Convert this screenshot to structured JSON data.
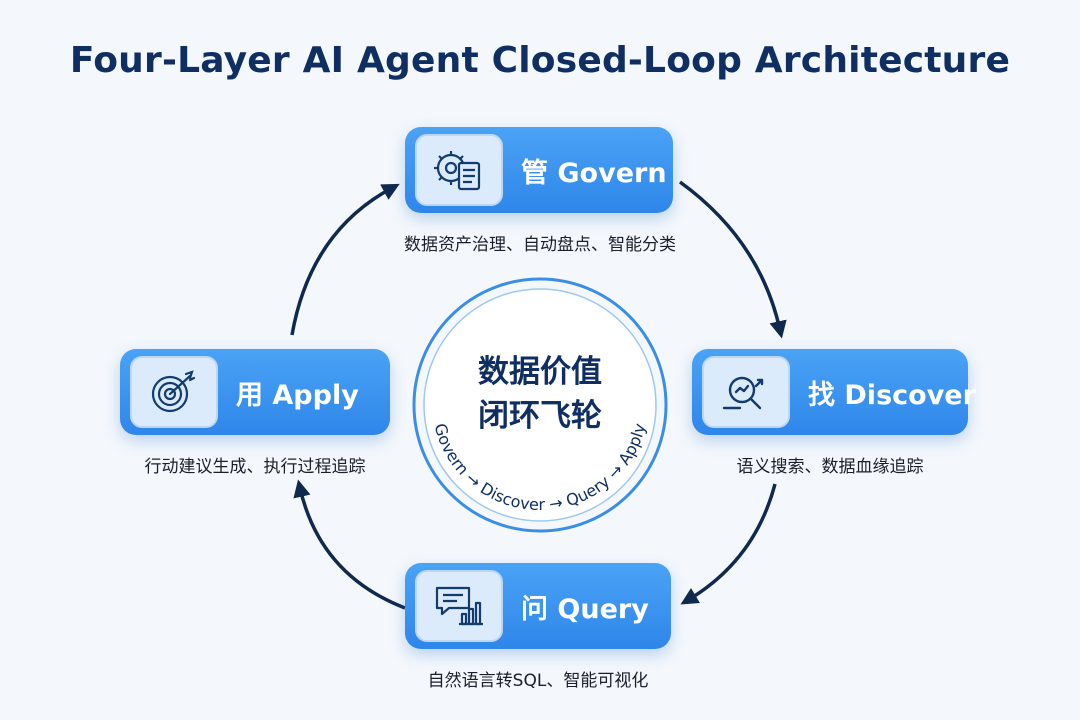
{
  "title": "Four-Layer AI Agent Closed-Loop Architecture",
  "center": {
    "line1": "数据价值",
    "line2": "闭环飞轮",
    "flow": "Govern → Discover → Query → Apply"
  },
  "nodes": {
    "govern": {
      "label": "管 Govern",
      "desc": "数据资产治理、自动盘点、智能分类",
      "icon": "gear-document-icon"
    },
    "discover": {
      "label": "找 Discover",
      "desc": "语义搜索、数据血缘追踪",
      "icon": "magnifier-trend-icon"
    },
    "query": {
      "label": "问 Query",
      "desc": "自然语言转SQL、智能可视化",
      "icon": "chat-chart-icon"
    },
    "apply": {
      "label": "用 Apply",
      "desc": "行动建议生成、执行过程追踪",
      "icon": "target-arrow-icon"
    }
  },
  "colors": {
    "title": "#0f2f63",
    "node": "#3a93ef",
    "arrow": "#10294f",
    "ring": "#3a8ee6"
  }
}
